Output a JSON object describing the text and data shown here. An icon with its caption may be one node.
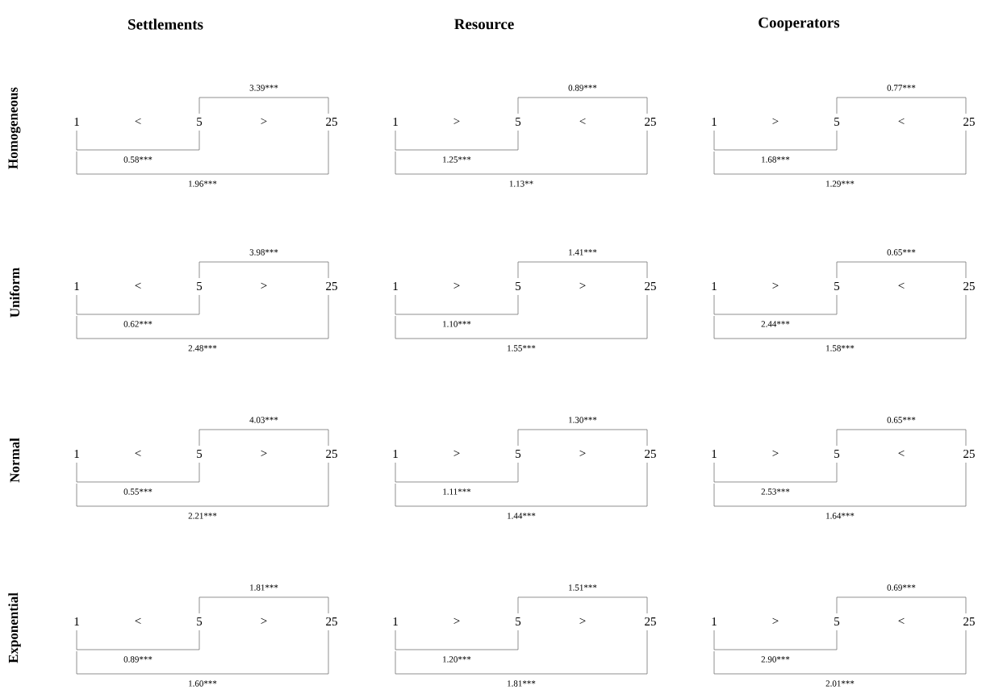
{
  "diagram": {
    "labels": [
      "Settlements",
      "Resource",
      "Cooperators",
      "Homogeneous",
      "Uniform",
      "Normal",
      "Exponential",
      "3.39***",
      "1",
      "<",
      "5",
      ">",
      "25",
      "0.58***",
      "1.96***",
      "0.89***",
      "1",
      ">",
      "5",
      "<",
      "25",
      "1.25***",
      "1.13**",
      "0.77***",
      "1",
      ">",
      "5",
      "<",
      "25",
      "1.68***",
      "1.29***",
      "3.98***",
      "1",
      "<",
      "5",
      ">",
      "25",
      "0.62***",
      "2.48***",
      "1.41***",
      "1",
      ">",
      "5",
      ">",
      "25",
      "1.10***",
      "1.55***",
      "0.65***",
      "1",
      ">",
      "5",
      "<",
      "25",
      "2.44***",
      "1.58***",
      "4.03***",
      "1",
      "<",
      "5",
      ">",
      "25",
      "0.55***",
      "2.21***",
      "1.30***",
      "1",
      ">",
      "5",
      ">",
      "25",
      "1.11***",
      "1.44***",
      "0.65***",
      "1",
      ">",
      "5",
      "<",
      "25",
      "2.53***",
      "1.64***",
      "1.81***",
      "1",
      "<",
      "5",
      ">",
      "25",
      "0.89***",
      "1.60***",
      "1.51***",
      "1",
      ">",
      "5",
      ">",
      "25",
      "1.20***",
      "1.81***",
      "0.69***",
      "1",
      ">",
      "5",
      "<",
      "25",
      "2.90***",
      "2.01***"
    ]
  }
}
